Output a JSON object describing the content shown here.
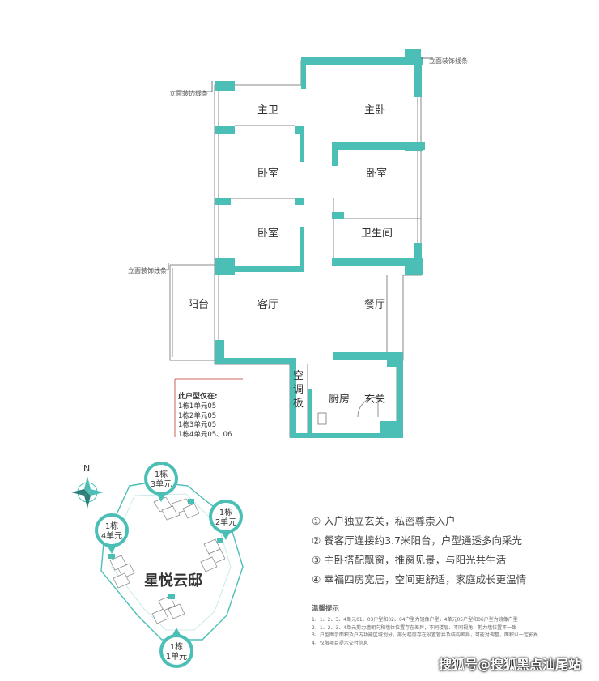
{
  "floorplan": {
    "rooms": {
      "master_bath": "主卫",
      "master_bed": "主卧",
      "bedroom_a": "卧室",
      "bedroom_b": "卧室",
      "bedroom_c": "卧室",
      "bathroom": "卫生间",
      "balcony": "阳台",
      "living": "客厅",
      "dining": "餐厅",
      "kitchen": "厨房",
      "foyer": "玄关",
      "ac_panel": [
        "空",
        "调",
        "板"
      ]
    },
    "facade_labels": [
      "立面装饰线条",
      "立面装饰线条",
      "立面装饰线条"
    ],
    "unit_note": {
      "heading": "此户型仅在:",
      "lines": [
        "1栋1单元05",
        "1栋2单元05",
        "1栋3单元05",
        "1栋4单元05、06"
      ]
    }
  },
  "site_map": {
    "compass": "N",
    "project_name": "星悦云邸",
    "buildings": [
      {
        "line1": "1栋",
        "line2": "3单元"
      },
      {
        "line1": "1栋",
        "line2": "2单元"
      },
      {
        "line1": "1栋",
        "line2": "4单元"
      },
      {
        "line1": "1栋",
        "line2": "1单元"
      }
    ],
    "accent_color": "#4bbfb6"
  },
  "features": [
    "① 入户独立玄关，私密尊崇入户",
    "② 餐客厅连接约3.7米阳台，户型通透多向采光",
    "③ 主卧搭配飘窗，推窗见景，与阳光共生活",
    "④ 幸福四房宽居，空间更舒适，家庭成长更温情"
  ],
  "tips": {
    "title": "温馨提示",
    "lines": [
      "1、1、2、3、4单元01、03户型和02、04户型为镜像户型，4单元05户型和06户型为镜像户型",
      "2、1、2、3、4单元剪力墙朝向和墙体位置存在差异，不同楼层、不同视角、剪力墙位置不一致",
      "3、户型图示面积及户内功能区域划分，部分楼层存在设置管井及结构差异，可能对调整，面积以一定影界",
      "4、仅限项目提示交付信息"
    ]
  },
  "watermark": "搜狐号@搜狐黑点汕尾站"
}
